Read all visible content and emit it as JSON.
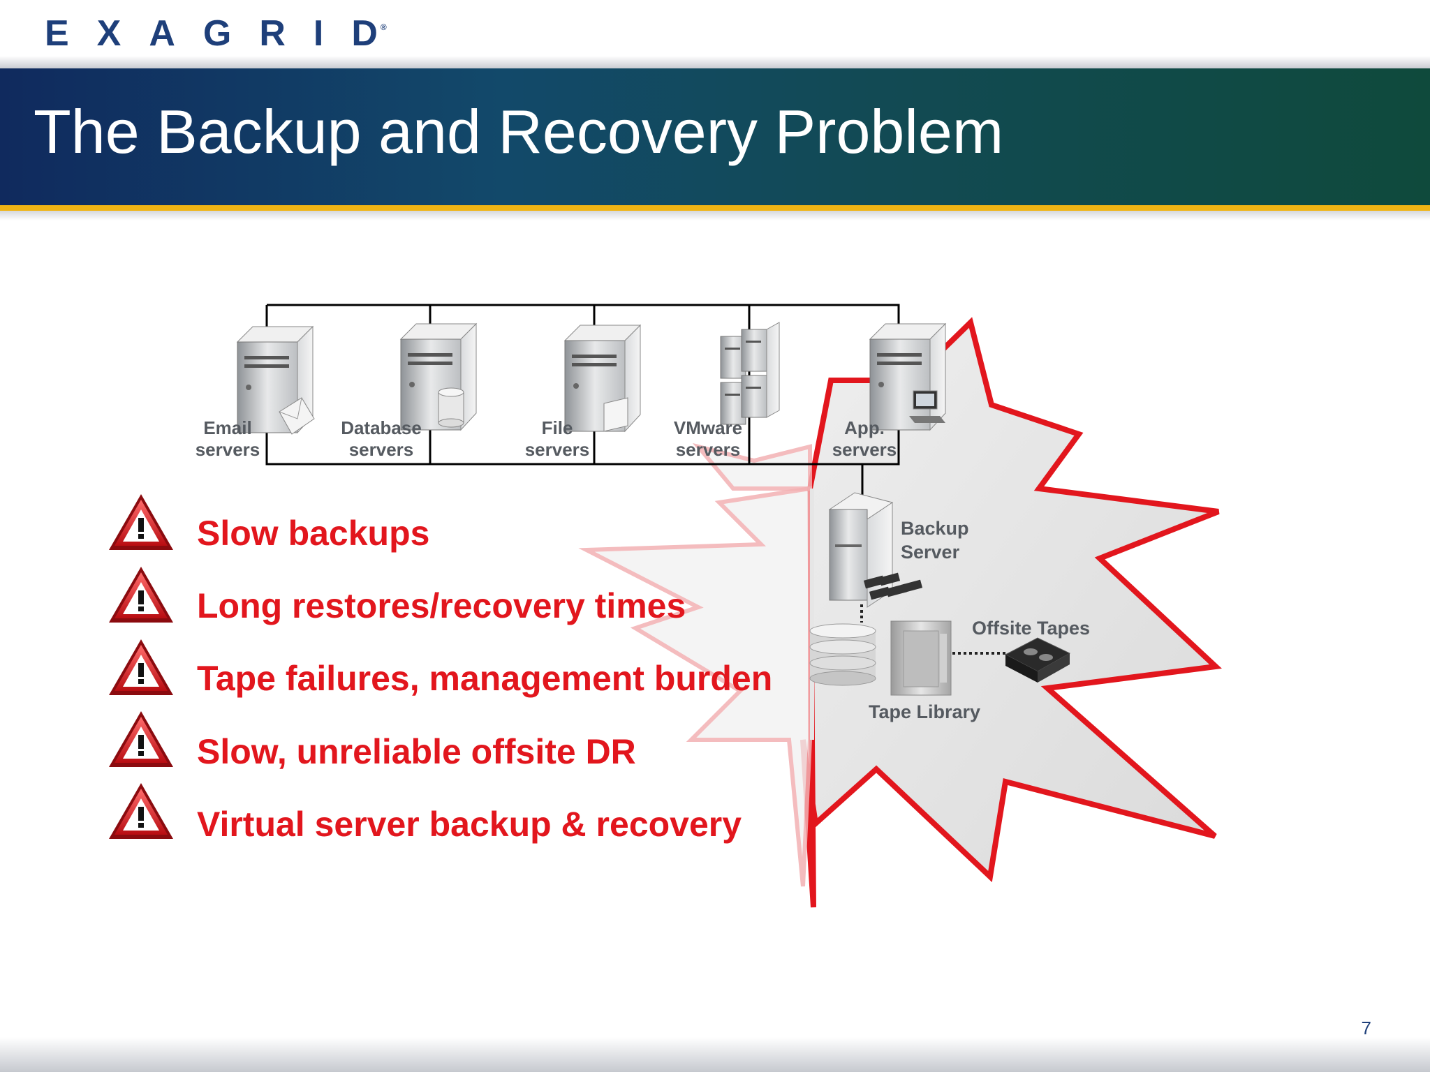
{
  "logo": {
    "text": "EXAGRID",
    "mark": "®"
  },
  "slide": {
    "title": "The Backup and Recovery Problem",
    "page_number": "7"
  },
  "servers": [
    {
      "line1": "Email",
      "line2": "servers",
      "icon": "email-server-icon"
    },
    {
      "line1": "Database",
      "line2": "servers",
      "icon": "database-server-icon"
    },
    {
      "line1": "File",
      "line2": "servers",
      "icon": "file-server-icon"
    },
    {
      "line1": "VMware",
      "line2": "servers",
      "icon": "vmware-server-icon"
    },
    {
      "line1": "App.",
      "line2": "servers",
      "icon": "app-server-icon"
    }
  ],
  "backup": {
    "server_line1": "Backup",
    "server_line2": "Server",
    "offsite": "Offsite Tapes",
    "library": "Tape Library"
  },
  "problems": [
    "Slow backups",
    "Long restores/recovery times",
    "Tape failures, management burden",
    "Slow, unreliable offsite DR",
    "Virtual server backup & recovery"
  ],
  "colors": {
    "accent_red": "#e2161d",
    "gold": "#f0b414",
    "banner_blue": "#102a5e",
    "banner_green": "#0f4a3c"
  }
}
